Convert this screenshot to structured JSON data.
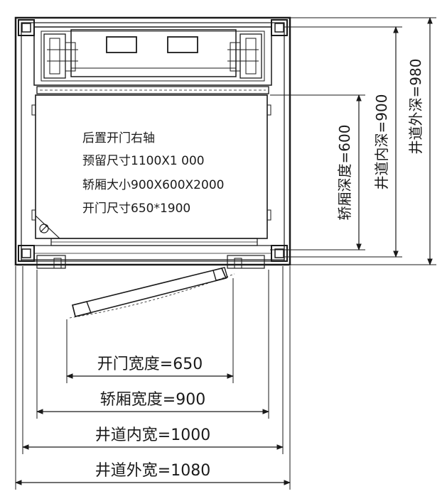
{
  "notes": [
    "后置开门右轴",
    "预留尺寸1100X1 000",
    "轿厢大小900X600X2000",
    "开门尺寸650*1900"
  ],
  "dimensions": {
    "door_width": "开门宽度=650",
    "car_width": "轿厢宽度=900",
    "shaft_inner_width": "井道内宽=1000",
    "shaft_outer_width": "井道外宽=1080",
    "car_depth": "轿厢深度=600",
    "shaft_inner_depth": "井道内深=900",
    "shaft_outer_depth": "井道外深=980"
  }
}
